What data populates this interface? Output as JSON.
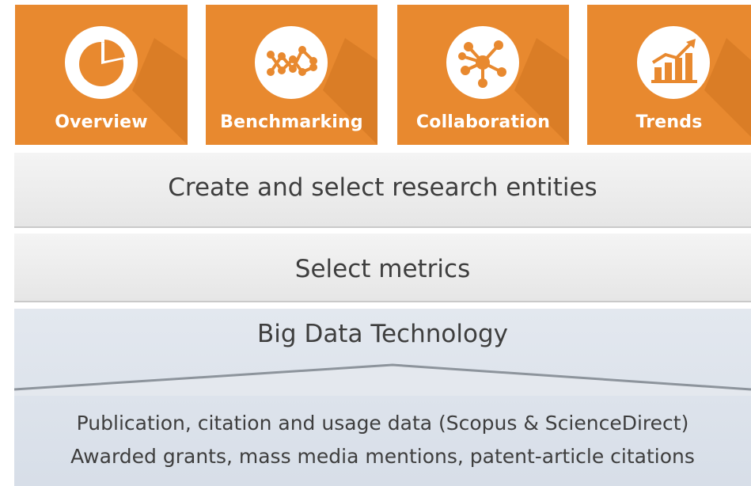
{
  "tiles": [
    {
      "label": "Overview",
      "icon": "pie-chart-icon"
    },
    {
      "label": "Benchmarking",
      "icon": "line-graph-icon"
    },
    {
      "label": "Collaboration",
      "icon": "network-icon"
    },
    {
      "label": "Trends",
      "icon": "trend-bars-icon"
    }
  ],
  "layers": {
    "entities": "Create and select research entities",
    "metrics": "Select metrics",
    "technology": "Big Data Technology",
    "data_line1": "Publication, citation and usage data (Scopus & ScienceDirect)",
    "data_line2": "Awarded grants, mass media mentions, patent-article citations"
  },
  "colors": {
    "tile": "#e8892f",
    "icon": "#e8892f",
    "tile_text": "#ffffff"
  }
}
